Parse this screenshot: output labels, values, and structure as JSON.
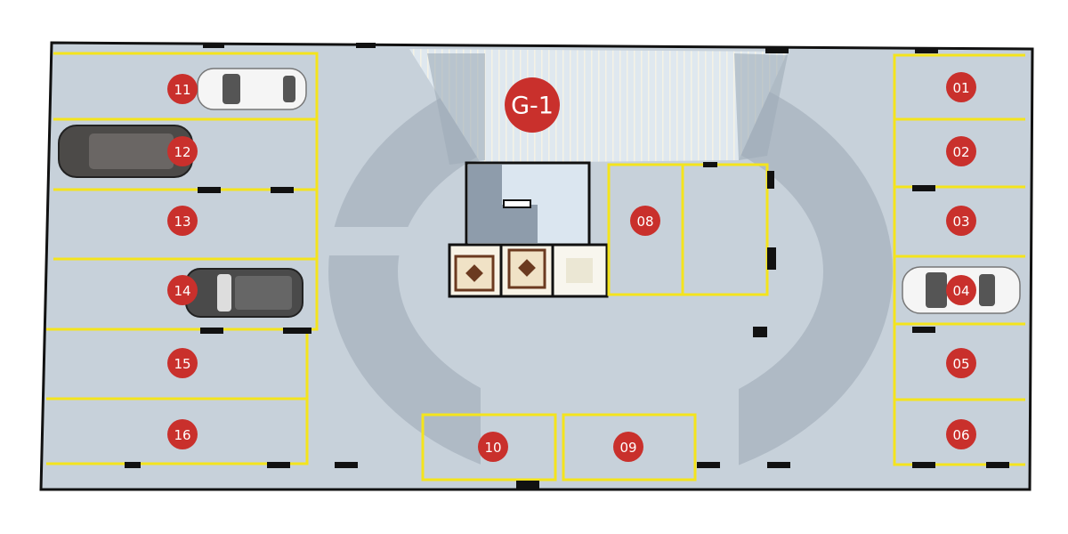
{
  "floor": {
    "label": "G-1"
  },
  "colors": {
    "floor": "#c7d1da",
    "ring": "#afbac5",
    "line": "#f4e41c",
    "badge": "#c9302c",
    "wall": "#111111"
  },
  "left_slots": [
    {
      "label": "11",
      "car": "white"
    },
    {
      "label": "12",
      "car": "dark"
    },
    {
      "label": "13",
      "car": null
    },
    {
      "label": "14",
      "car": "dark"
    },
    {
      "label": "15",
      "car": null
    },
    {
      "label": "16",
      "car": null
    }
  ],
  "right_slots": [
    {
      "label": "01",
      "car": null
    },
    {
      "label": "02",
      "car": null
    },
    {
      "label": "03",
      "car": null
    },
    {
      "label": "04",
      "car": "white"
    },
    {
      "label": "05",
      "car": null
    },
    {
      "label": "06",
      "car": null
    }
  ],
  "center_slots": [
    {
      "label": "08"
    },
    {
      "label": "10"
    },
    {
      "label": "09"
    }
  ]
}
